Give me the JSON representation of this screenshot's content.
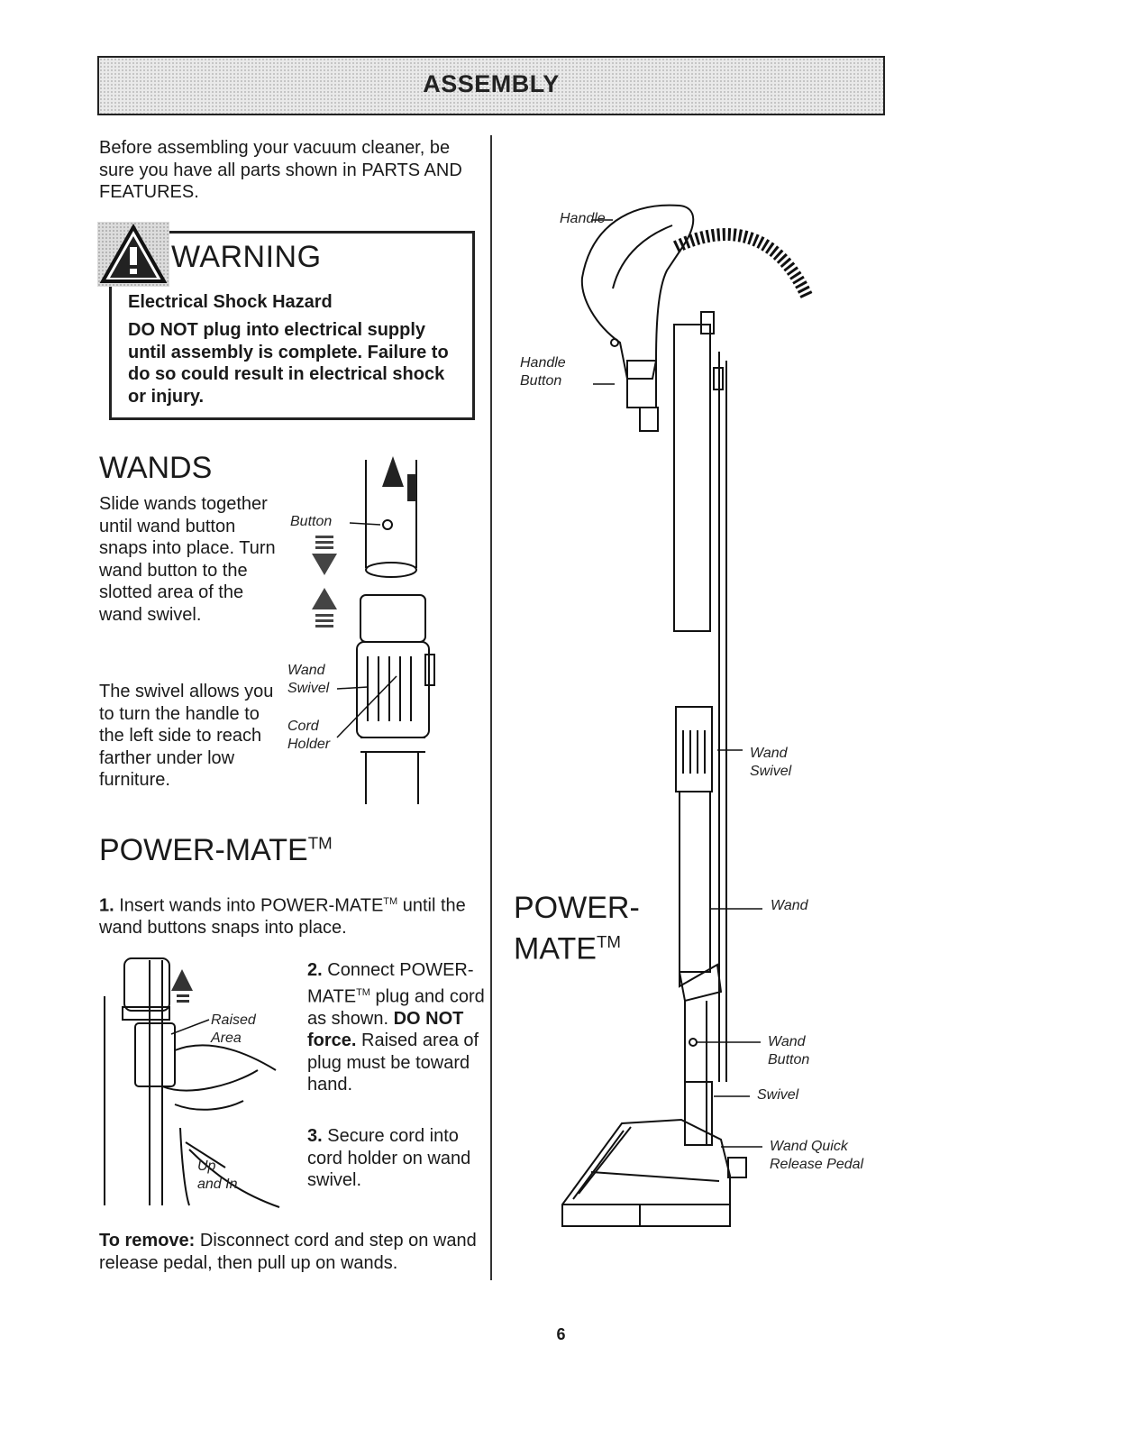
{
  "banner": {
    "title": "ASSEMBLY"
  },
  "intro": {
    "text": "Before assembling your vacuum cleaner, be sure you have all parts shown in PARTS AND FEATURES."
  },
  "warning": {
    "title": "WARNING",
    "subtitle": "Electrical Shock Hazard",
    "text": "DO NOT plug into electrical supply until assembly is complete. Failure to do so could result in electrical shock or injury."
  },
  "wands": {
    "heading": "WANDS",
    "para1": "Slide wands together until wand button snaps into place. Turn wand button to the slotted area of the wand swivel.",
    "para2": "The swivel allows you to turn the handle to the left side to reach farther under low furniture.",
    "labels": {
      "button": "Button",
      "wand_swivel": [
        "Wand",
        "Swivel"
      ],
      "cord_holder": [
        "Cord",
        "Holder"
      ]
    }
  },
  "powermate": {
    "heading": "POWER-MATE",
    "tm": "TM",
    "step1_num": "1.",
    "step1_a": "Insert wands into POWER-MATE",
    "step1_b": " until the wand buttons snaps into place.",
    "step2_num": "2.",
    "step2_a": "Connect POWER-MATE",
    "step2_b": " plug and cord as shown. ",
    "step2_bold": "DO NOT force.",
    "step2_c": " Raised area of plug must be toward hand.",
    "step3_num": "3.",
    "step3_text": "Secure cord into cord holder on wand swivel.",
    "remove_label": "To remove:",
    "remove_text": " Disconnect cord and step on wand release pedal, then pull up on wands.",
    "labels": {
      "raised_area": [
        "Raised",
        "Area"
      ],
      "up_and_in": [
        "Up",
        "and In"
      ]
    }
  },
  "right_diagram": {
    "title_line1": "POWER-",
    "title_line2": "MATE",
    "tm": "TM",
    "labels": {
      "handle": "Handle",
      "handle_button": [
        "Handle",
        "Button"
      ],
      "wand_swivel": [
        "Wand",
        "Swivel"
      ],
      "wand": "Wand",
      "wand_button": [
        "Wand",
        "Button"
      ],
      "swivel": "Swivel",
      "wand_quick_release_pedal": [
        "Wand Quick",
        "Release Pedal"
      ]
    }
  },
  "page_number": "6"
}
